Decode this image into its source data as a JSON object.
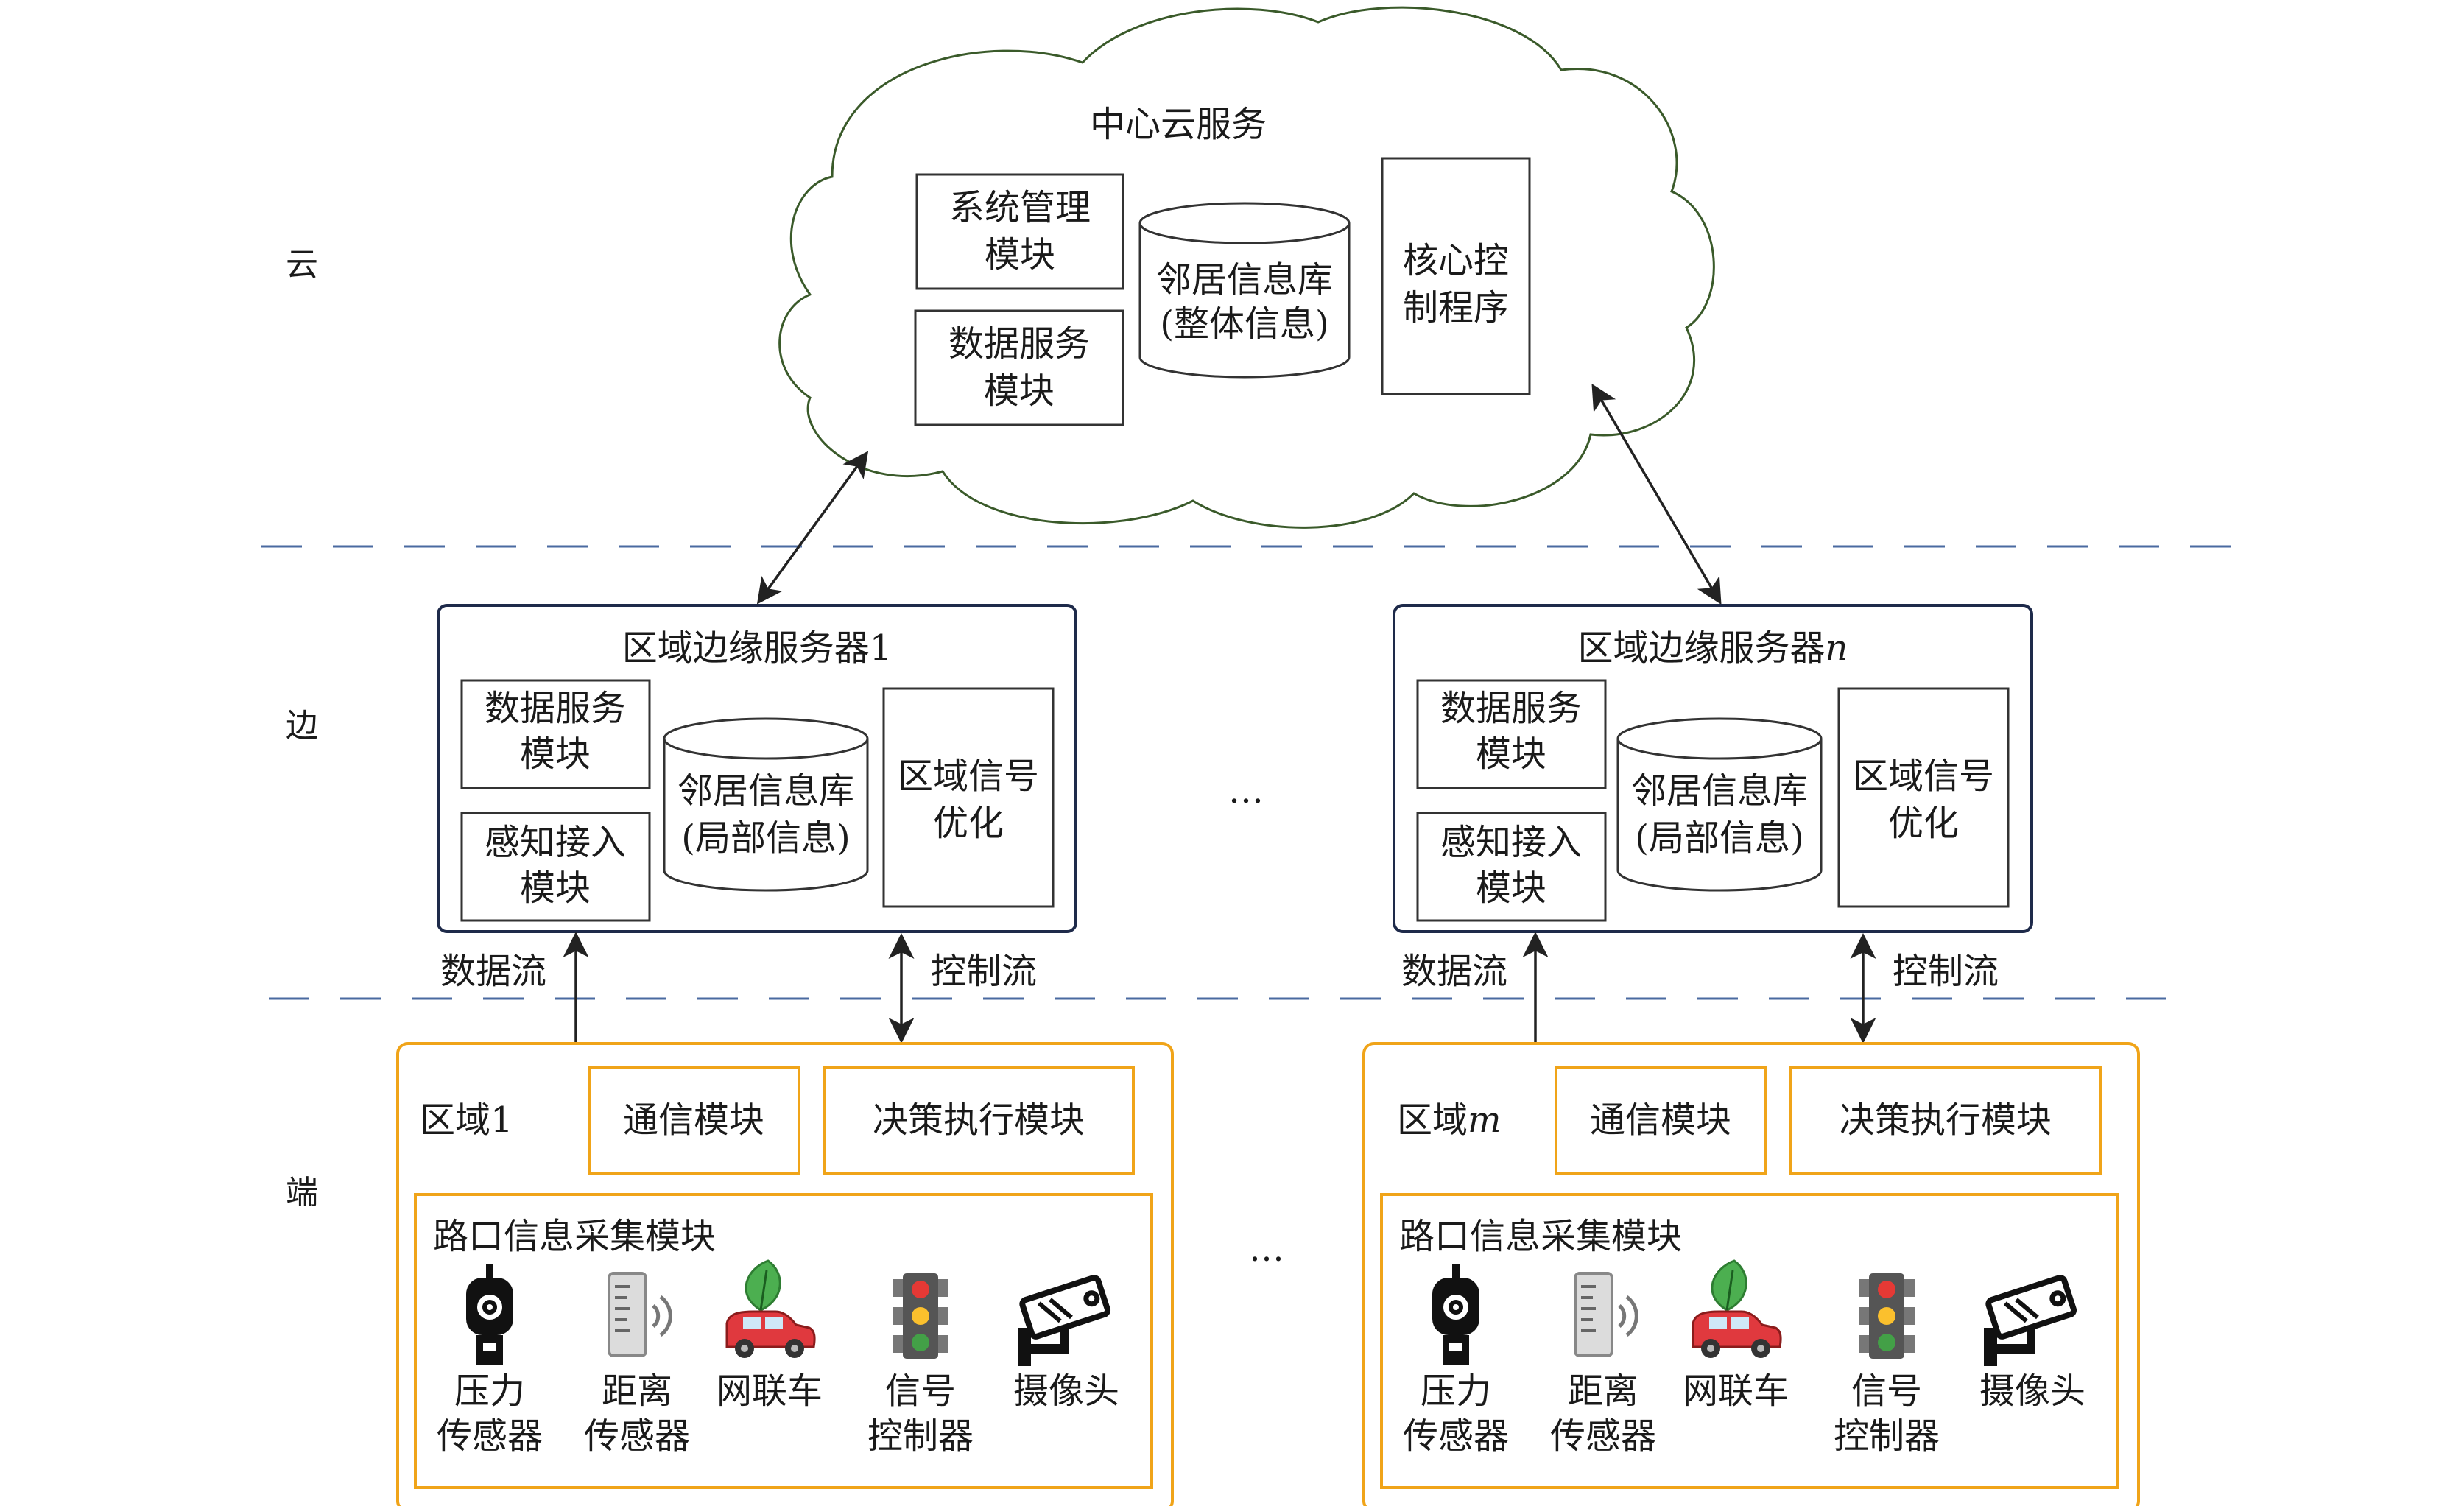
{
  "layers": {
    "cloud": "云",
    "edge": "边",
    "device": "端"
  },
  "cloud": {
    "title": "中心云服务",
    "system_mgmt": [
      "系统管理",
      "模块"
    ],
    "data_service": [
      "数据服务",
      "模块"
    ],
    "neighbor_db": [
      "邻居信息库",
      "(整体信息)"
    ],
    "core_control": [
      "核心控",
      "制程序"
    ]
  },
  "edge_servers": [
    {
      "title": "区域边缘服务器1",
      "data_service": [
        "数据服务",
        "模块"
      ],
      "perception": [
        "感知接入",
        "模块"
      ],
      "neighbor_db": [
        "邻居信息库",
        "(局部信息)"
      ],
      "signal_opt": [
        "区域信号",
        "优化"
      ]
    },
    {
      "title": "区域边缘服务器",
      "title_italic": "n",
      "data_service": [
        "数据服务",
        "模块"
      ],
      "perception": [
        "感知接入",
        "模块"
      ],
      "neighbor_db": [
        "邻居信息库",
        "(局部信息)"
      ],
      "signal_opt": [
        "区域信号",
        "优化"
      ]
    }
  ],
  "ellipsis": "…",
  "flows": {
    "data": "数据流",
    "control": "控制流"
  },
  "regions": [
    {
      "label": "区域1",
      "comm": "通信模块",
      "decision": "决策执行模块",
      "collect_title": "路口信息采集模块",
      "devices": [
        {
          "icon": "pressure-sensor-icon",
          "label": [
            "压力",
            "传感器"
          ]
        },
        {
          "icon": "distance-sensor-icon",
          "label": [
            "距离",
            "传感器"
          ]
        },
        {
          "icon": "connected-car-icon",
          "label": [
            "网联车"
          ]
        },
        {
          "icon": "traffic-light-icon",
          "label": [
            "信号",
            "控制器"
          ]
        },
        {
          "icon": "camera-icon",
          "label": [
            "摄像头"
          ]
        }
      ]
    },
    {
      "label": "区域",
      "label_italic": "m",
      "comm": "通信模块",
      "decision": "决策执行模块",
      "collect_title": "路口信息采集模块",
      "devices": [
        {
          "icon": "pressure-sensor-icon",
          "label": [
            "压力",
            "传感器"
          ]
        },
        {
          "icon": "distance-sensor-icon",
          "label": [
            "距离",
            "传感器"
          ]
        },
        {
          "icon": "connected-car-icon",
          "label": [
            "网联车"
          ]
        },
        {
          "icon": "traffic-light-icon",
          "label": [
            "信号",
            "控制器"
          ]
        },
        {
          "icon": "camera-icon",
          "label": [
            "摄像头"
          ]
        }
      ]
    }
  ],
  "colors": {
    "edge_border": "#1e2a4a",
    "region_border": "#f0a419",
    "dash_line": "#4a6aa0",
    "car_red": "#e0393e",
    "leaf_green": "#4caf50"
  }
}
